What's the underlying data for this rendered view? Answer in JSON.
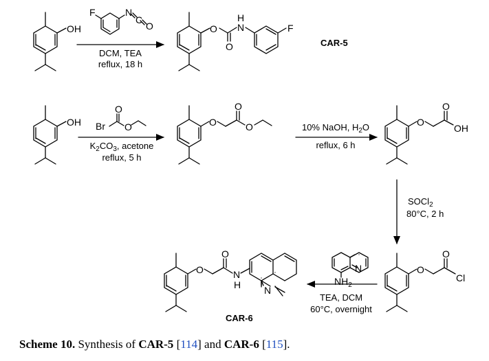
{
  "caption": {
    "label": "Scheme 10.",
    "t1": " Synthesis of ",
    "p1": "CAR-5",
    "r1": "114",
    "t2": " and ",
    "p2": "CAR-6",
    "r2": "115",
    "t3": "."
  },
  "compounds": {
    "car5": "CAR-5",
    "car6": "CAR-6"
  },
  "atoms": {
    "oh": "OH",
    "o": "O",
    "f": "F",
    "n": "N",
    "h": "H",
    "c": "C",
    "br": "Br",
    "cl": "Cl",
    "nh": "NH",
    "two": "2"
  },
  "conditions": {
    "r1_line1": "DCM, TEA",
    "r1_line2": "reflux, 18 h",
    "r2_k2co3_a": "K",
    "r2_k2co3_b": "2",
    "r2_k2co3_c": "CO",
    "r2_k2co3_d": "3",
    "r2_k2co3_e": ", acetone",
    "r2_line2": "reflux, 5 h",
    "r3_line1_a": "10% NaOH, H",
    "r3_line1_b": "2",
    "r3_line1_c": "O",
    "r3_line2": "reflux, 6 h",
    "r4_line1_a": "SOCl",
    "r4_line1_b": "2",
    "r4_line2": "80°C, 2 h",
    "r5_line1": "TEA, DCM",
    "r5_line2": "60°C, overnight"
  }
}
